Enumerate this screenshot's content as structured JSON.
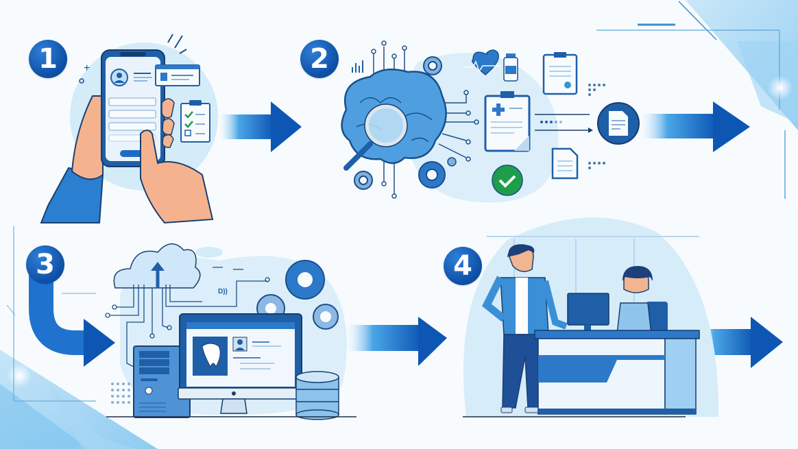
{
  "diagram": {
    "type": "process-flow",
    "theme": "dental clinic digital workflow",
    "colors": {
      "primary": "#0d4ea6",
      "accent": "#1f78d1",
      "light": "#cfe5f7",
      "bg": "#f6fafd",
      "check_green": "#1e9e4a",
      "skin": "#f4b38e"
    },
    "steps": [
      {
        "number": "1",
        "scene": "hands holding smartphone with patient profile form, tooth chat bubble, checklist clipboard",
        "icons": [
          "smartphone-icon",
          "user-avatar-icon",
          "tooth-message-icon",
          "checklist-icon"
        ]
      },
      {
        "number": "2",
        "scene": "AI brain analysed by magnifying glass with circuit lines, gears, heart-rate, medicine bottle, medical clipboards, green check, document output",
        "icons": [
          "brain-icon",
          "magnifier-icon",
          "gear-icon",
          "heart-pulse-icon",
          "medicine-bottle-icon",
          "clipboard-icon",
          "check-circle-icon",
          "document-icon"
        ]
      },
      {
        "number": "3",
        "scene": "cloud upload connected to server tower, monitor showing tooth record and patient card, database stack, gears",
        "icons": [
          "cloud-upload-icon",
          "server-icon",
          "monitor-icon",
          "tooth-icon",
          "database-icon",
          "gear-icon"
        ]
      },
      {
        "number": "4",
        "scene": "patient standing at reception desk greeted by receptionist at computer",
        "icons": [
          "patient-figure",
          "receptionist-figure",
          "reception-desk",
          "computer-icon"
        ]
      }
    ],
    "flow": [
      "1 → 2",
      "2 → next",
      "3 → 4",
      "4 → next"
    ]
  }
}
